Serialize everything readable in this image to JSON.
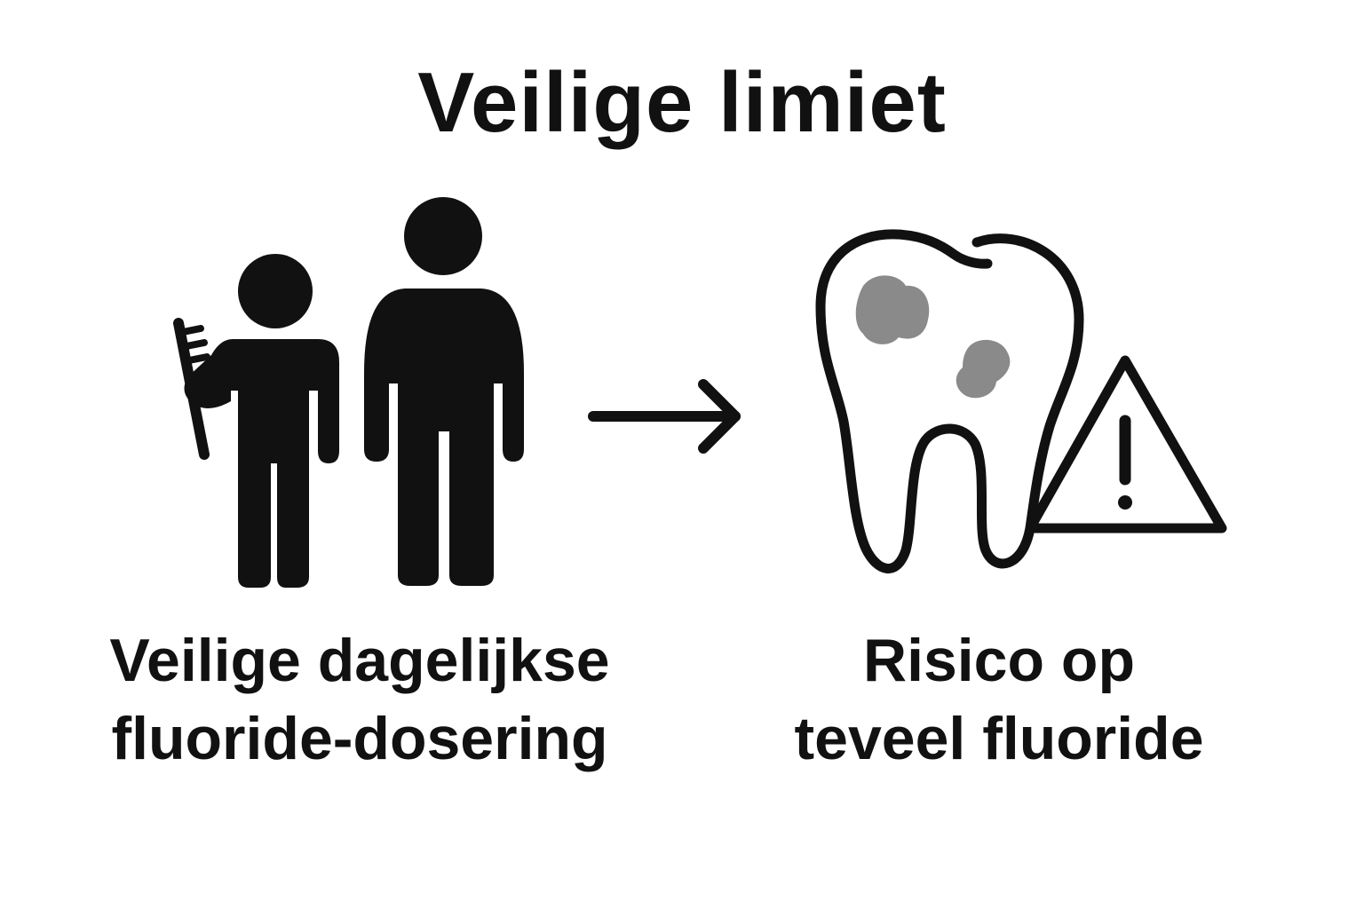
{
  "title": "Veilige limiet",
  "left_caption": {
    "line1": "Veilige dagelijkse",
    "line2": "fluoride-dosering"
  },
  "right_caption": {
    "line1": "Risico op",
    "line2": "teveel fluoride"
  },
  "icons": {
    "people": "people-icon",
    "toothbrush": "toothbrush-icon",
    "arrow": "arrow-right-icon",
    "tooth": "tooth-icon",
    "warning": "warning-triangle-icon"
  },
  "colors": {
    "ink": "#111111",
    "stain": "#8a8a8a",
    "background": "#ffffff"
  }
}
